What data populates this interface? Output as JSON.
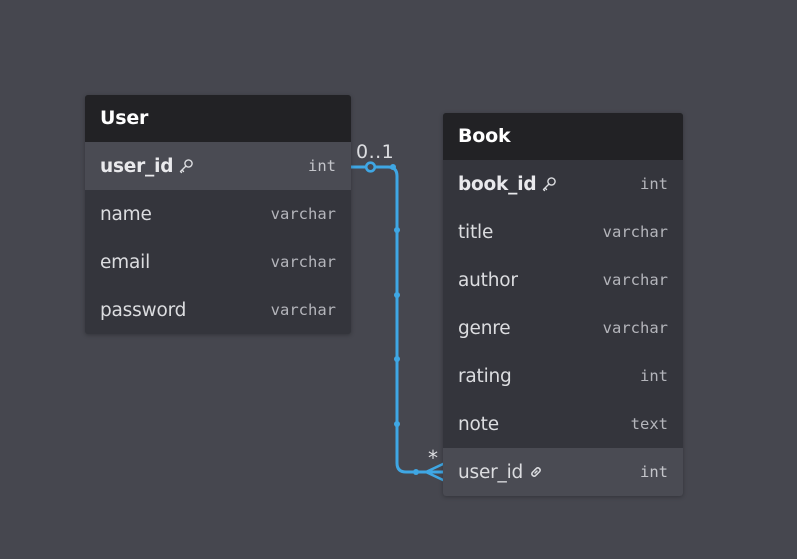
{
  "colors": {
    "canvas": "#46474f",
    "table_body": "#34353c",
    "table_header": "#222225",
    "highlight_row": "#4a4b53",
    "relationship": "#3fa7e4"
  },
  "tables": [
    {
      "name": "User",
      "fields": [
        {
          "name": "user_id",
          "type": "int",
          "icon": "key-icon",
          "primary": true
        },
        {
          "name": "name",
          "type": "varchar"
        },
        {
          "name": "email",
          "type": "varchar"
        },
        {
          "name": "password",
          "type": "varchar"
        }
      ]
    },
    {
      "name": "Book",
      "fields": [
        {
          "name": "book_id",
          "type": "int",
          "icon": "key-icon",
          "primary": true
        },
        {
          "name": "title",
          "type": "varchar"
        },
        {
          "name": "author",
          "type": "varchar"
        },
        {
          "name": "genre",
          "type": "varchar"
        },
        {
          "name": "rating",
          "type": "int"
        },
        {
          "name": "note",
          "type": "text"
        },
        {
          "name": "user_id",
          "type": "int",
          "icon": "link-icon",
          "foreign": true
        }
      ]
    }
  ],
  "relationship": {
    "from": "User.user_id",
    "to": "Book.user_id",
    "from_cardinality": "0..1",
    "to_cardinality": "*"
  }
}
